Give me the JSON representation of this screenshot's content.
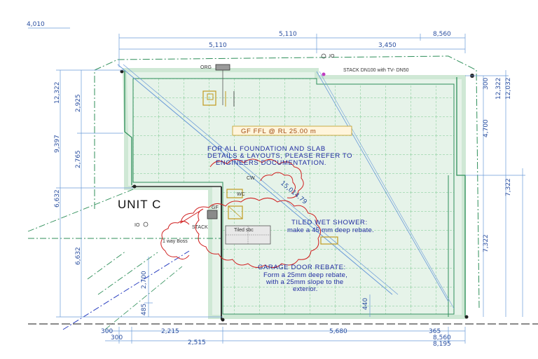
{
  "plan": {
    "unit_label": "UNIT C",
    "top_dims": {
      "far_left": "4,010",
      "row2_mid": "5,110",
      "row2_right": "8,560",
      "row3_left": "5,110",
      "row3_right": "3,450"
    },
    "left_dims": [
      "12,322",
      "2,925",
      "9,397",
      "2,765",
      "6,632",
      "6,632"
    ],
    "right_dims": [
      "300",
      "12,322",
      "12,032",
      "4,700",
      "7,322",
      "7,322"
    ],
    "bottom_dims": {
      "row1": [
        "300",
        "2,215",
        "5,680",
        "365"
      ],
      "row2_left": "300",
      "row2_mid": "2,515",
      "row2_right_top": "8,560",
      "row2_right_bottom": "8,195"
    },
    "inner_dims": {
      "v_2700": "2,700",
      "v_485": "485",
      "v_440": "440"
    },
    "diag_dim": "15,014.79",
    "labels": {
      "org": "ORG",
      "io_top": "IO",
      "stack_dn": "STACK DN100 with TV- DN50",
      "cw": "CW",
      "wc": "WC",
      "gf": "GF",
      "stack": "STACK",
      "io_left": "IO",
      "tiled_sbc": "Tiled sbc",
      "one_way_boss": "1 way Boss"
    },
    "notes": {
      "gf_ffl": "GF FFL @ RL 25.00 m",
      "foundation": [
        "FOR ALL FOUNDATION AND SLAB",
        "DETAILS & LAYOUTS, PLEASE REFER TO",
        "ENGINEERS DOCUMENTATION."
      ],
      "shower": [
        "TILED WET SHOWER:",
        "make a 45 mm deep rebate."
      ],
      "garage": [
        "GARAGE DOOR REBATE:",
        "Form a 25mm deep rebate,",
        "with a 25mm slope to the",
        "exterior."
      ]
    },
    "colors": {
      "dimension": "#2a4fa0",
      "wall": "#2f8f5a",
      "grid": "#8fd0a0",
      "cloud": "#d02020",
      "note": "#1e2aa0",
      "slab": "#cfe8d5"
    }
  }
}
